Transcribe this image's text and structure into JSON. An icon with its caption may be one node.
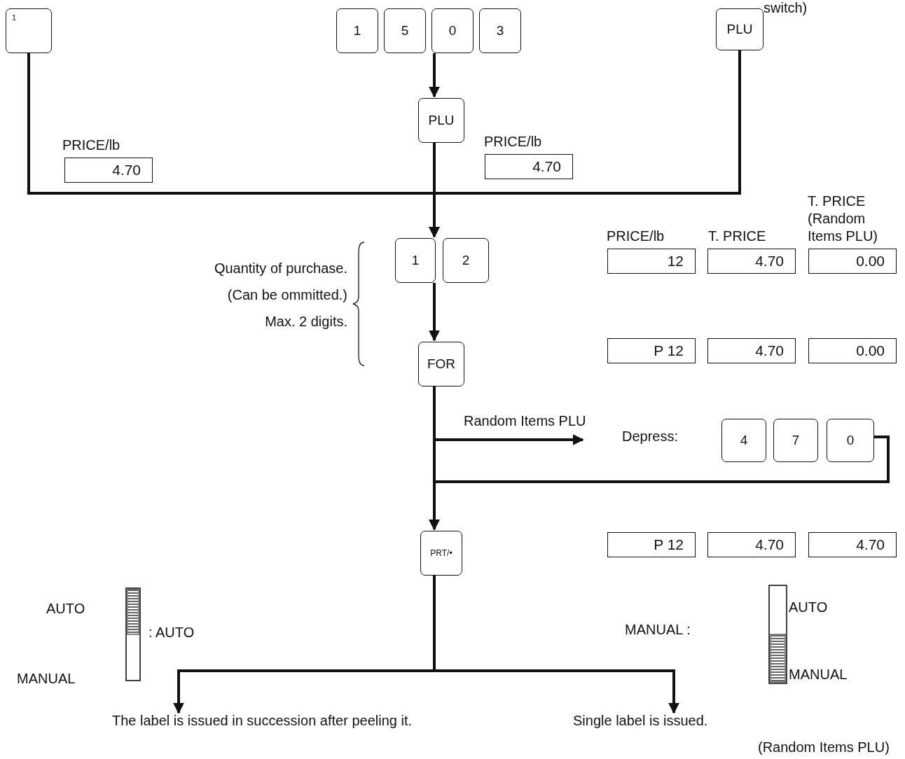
{
  "diagram": {
    "nodes": [
      {
        "text": [
          "1"
        ]
      },
      {
        "text": [
          "1"
        ]
      },
      {
        "text": [
          "5"
        ]
      },
      {
        "text": [
          "0"
        ]
      },
      {
        "text": [
          "3"
        ]
      },
      {
        "text": [
          "PLU"
        ]
      },
      {
        "text": [
          "PLU"
        ]
      },
      {
        "text": [
          "PRICE/lb",
          "4.70"
        ]
      },
      {
        "text": [
          "PRICE/lb",
          "4.70"
        ]
      },
      {
        "text": [
          "PRICE/lb",
          "12"
        ]
      },
      {
        "text": [
          "T. PRICE",
          "4.70"
        ]
      },
      {
        "text": [
          "T. PRICE (Random Items PLU)",
          "0.00"
        ]
      },
      {
        "text": [
          "1"
        ]
      },
      {
        "text": [
          "2"
        ]
      },
      {
        "text": [
          "FOR"
        ]
      },
      {
        "text": [
          "P 12"
        ]
      },
      {
        "text": [
          "4.70"
        ]
      },
      {
        "text": [
          "0.00"
        ]
      },
      {
        "text": [
          "4"
        ]
      },
      {
        "text": [
          "7"
        ]
      },
      {
        "text": [
          "0"
        ]
      },
      {
        "text": [
          "PRT/•"
        ]
      },
      {
        "text": [
          "P 12"
        ]
      },
      {
        "text": [
          "4.70"
        ]
      },
      {
        "text": [
          "4.70"
        ]
      },
      {
        "text": [
          "The label is issued in succession after peeling it."
        ]
      },
      {
        "text": [
          "Single label is issued."
        ]
      }
    ],
    "edges": [
      {
        "from": 3,
        "to": 6,
        "arrow": "to"
      },
      {
        "from": 0,
        "to": 12,
        "arrow": "to"
      },
      {
        "from": 5,
        "to": 12,
        "arrow": "to"
      },
      {
        "from": 6,
        "to": 12,
        "arrow": "to"
      },
      {
        "from": 12,
        "to": 14,
        "arrow": "to"
      },
      {
        "from": 14,
        "to": null,
        "arrow": "to",
        "label": "Random Items PLU"
      },
      {
        "from": 20,
        "to": 21,
        "arrow": "to"
      },
      {
        "from": 14,
        "to": 21,
        "arrow": "to"
      },
      {
        "from": 21,
        "to": 25,
        "arrow": "to"
      },
      {
        "from": 21,
        "to": 26,
        "arrow": "to"
      }
    ],
    "labels": [
      "switch)",
      "Quantity of purchase.",
      "(Can be ommitted.)",
      "Max. 2 digits.",
      "Depress:",
      "AUTO",
      ": AUTO",
      "MANUAL",
      "AUTO",
      "MANUAL :",
      "MANUAL",
      "(Random Items PLU)"
    ]
  }
}
